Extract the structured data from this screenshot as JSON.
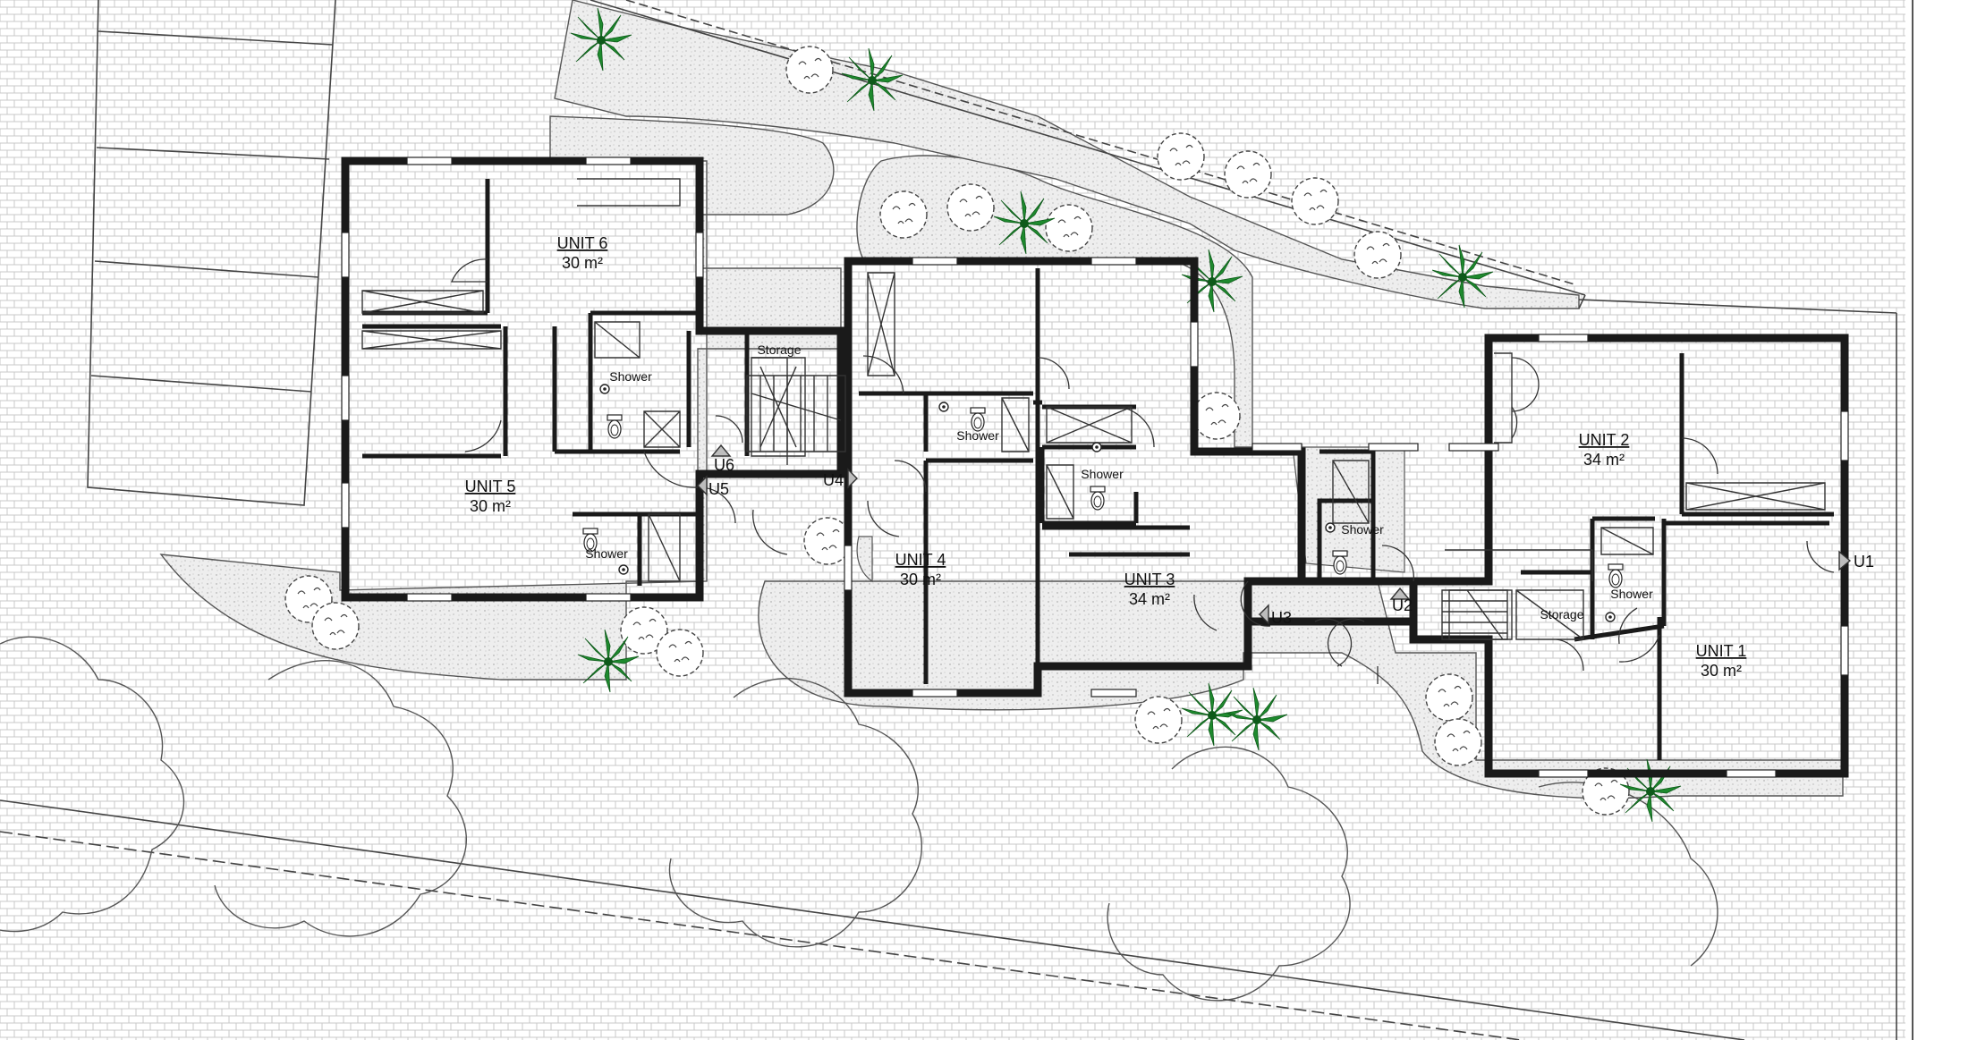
{
  "units": [
    {
      "id": "u6",
      "name": "UNIT 6",
      "area": "30 m²"
    },
    {
      "id": "u5",
      "name": "UNIT 5",
      "area": "30 m²"
    },
    {
      "id": "u4",
      "name": "UNIT 4",
      "area": "30 m²"
    },
    {
      "id": "u3",
      "name": "UNIT 3",
      "area": "34 m²"
    },
    {
      "id": "u2",
      "name": "UNIT 2",
      "area": "34 m²"
    },
    {
      "id": "u1",
      "name": "UNIT 1",
      "area": "30 m²"
    }
  ],
  "rooms": {
    "shower": "Shower",
    "storage": "Storage"
  },
  "entries": {
    "u1": "U1",
    "u2": "U2",
    "u3": "U3",
    "u4": "U4",
    "u5": "U5",
    "u6": "U6"
  },
  "colors": {
    "wall": "#1a1a1a",
    "paving_grid": "#c8c8c8",
    "gravel": "#e6e6e6",
    "tree_foliage": "#1e8a2e",
    "shrub_outline": "#444444",
    "background": "#ffffff"
  },
  "icons": [
    "tree-symbol",
    "shrub-symbol",
    "toilet-icon",
    "shower-drain-icon",
    "entry-arrow-icon"
  ]
}
